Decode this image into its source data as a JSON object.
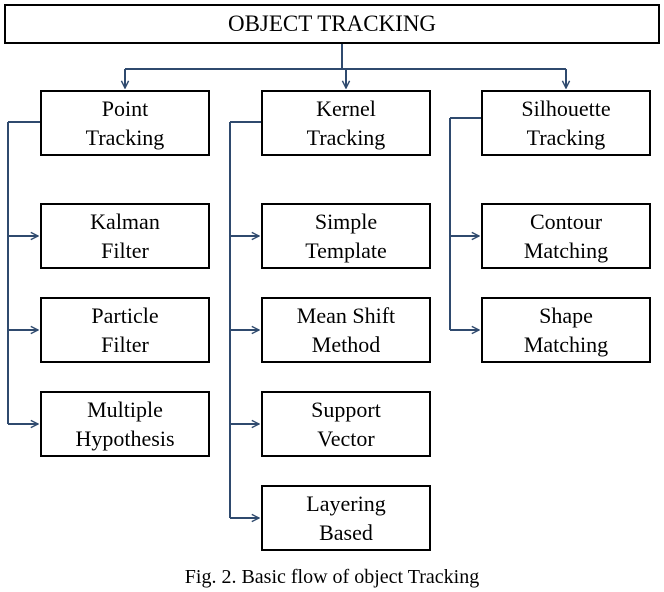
{
  "root": {
    "label": "OBJECT TRACKING"
  },
  "columns": [
    {
      "header": {
        "line1": "Point",
        "line2": "Tracking"
      },
      "items": [
        {
          "line1": "Kalman",
          "line2": "Filter"
        },
        {
          "line1": "Particle",
          "line2": "Filter"
        },
        {
          "line1": "Multiple",
          "line2": "Hypothesis"
        }
      ]
    },
    {
      "header": {
        "line1": "Kernel",
        "line2": "Tracking"
      },
      "items": [
        {
          "line1": "Simple",
          "line2": "Template"
        },
        {
          "line1": "Mean Shift",
          "line2": "Method"
        },
        {
          "line1": "Support",
          "line2": "Vector"
        },
        {
          "line1": "Layering",
          "line2": "Based"
        }
      ]
    },
    {
      "header": {
        "line1": "Silhouette",
        "line2": "Tracking"
      },
      "items": [
        {
          "line1": "Contour",
          "line2": "Matching"
        },
        {
          "line1": "Shape",
          "line2": "Matching"
        }
      ]
    }
  ],
  "caption": "Fig. 2. Basic flow of object Tracking",
  "colors": {
    "connector": "#2f4a6e",
    "border": "#000000",
    "text": "#000000"
  }
}
